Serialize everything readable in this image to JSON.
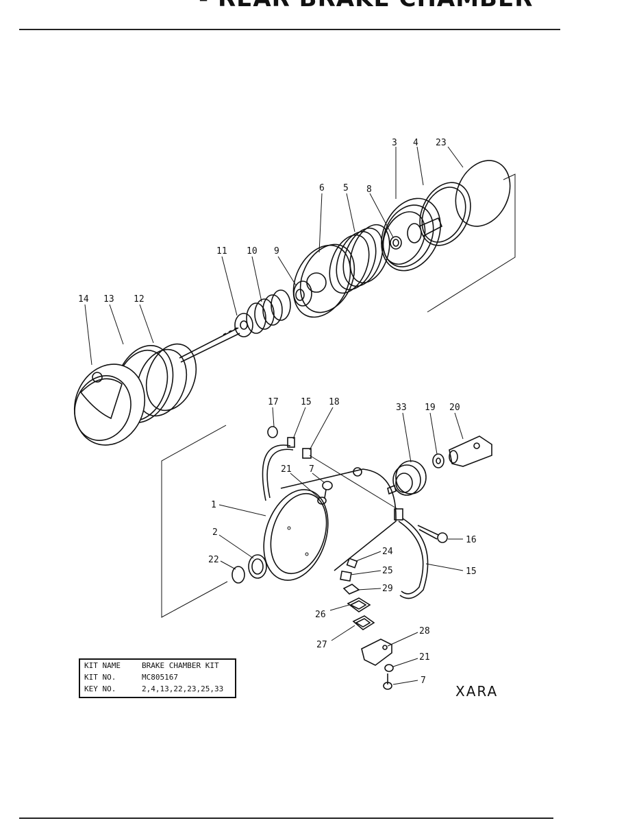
{
  "header": {
    "title": "- REAR BRAKE CHAMBER"
  },
  "callouts": [
    {
      "id": "c3",
      "label": "3"
    },
    {
      "id": "c4",
      "label": "4"
    },
    {
      "id": "c23",
      "label": "23"
    },
    {
      "id": "c6",
      "label": "6"
    },
    {
      "id": "c5",
      "label": "5"
    },
    {
      "id": "c8",
      "label": "8"
    },
    {
      "id": "c11",
      "label": "11"
    },
    {
      "id": "c10",
      "label": "10"
    },
    {
      "id": "c9",
      "label": "9"
    },
    {
      "id": "c14",
      "label": "14"
    },
    {
      "id": "c13",
      "label": "13"
    },
    {
      "id": "c12",
      "label": "12"
    },
    {
      "id": "c17",
      "label": "17"
    },
    {
      "id": "c15a",
      "label": "15"
    },
    {
      "id": "c18",
      "label": "18"
    },
    {
      "id": "c33",
      "label": "33"
    },
    {
      "id": "c19",
      "label": "19"
    },
    {
      "id": "c20",
      "label": "20"
    },
    {
      "id": "c21a",
      "label": "21"
    },
    {
      "id": "c7a",
      "label": "7"
    },
    {
      "id": "c1",
      "label": "1"
    },
    {
      "id": "c2",
      "label": "2"
    },
    {
      "id": "c22",
      "label": "22"
    },
    {
      "id": "c24",
      "label": "24"
    },
    {
      "id": "c25",
      "label": "25"
    },
    {
      "id": "c29",
      "label": "29"
    },
    {
      "id": "c16",
      "label": "16"
    },
    {
      "id": "c15b",
      "label": "15"
    },
    {
      "id": "c26",
      "label": "26"
    },
    {
      "id": "c27",
      "label": "27"
    },
    {
      "id": "c28",
      "label": "28"
    },
    {
      "id": "c21b",
      "label": "21"
    },
    {
      "id": "c7b",
      "label": "7"
    }
  ],
  "kit_table": {
    "rows": [
      {
        "key": "KIT  NAME",
        "value": "BRAKE CHAMBER KIT"
      },
      {
        "key": "KIT  NO.",
        "value": "MC805167"
      },
      {
        "key": "KEY  NO.",
        "value": "2,4,13,22,23,25,33"
      }
    ]
  },
  "figure_code": "XARA"
}
